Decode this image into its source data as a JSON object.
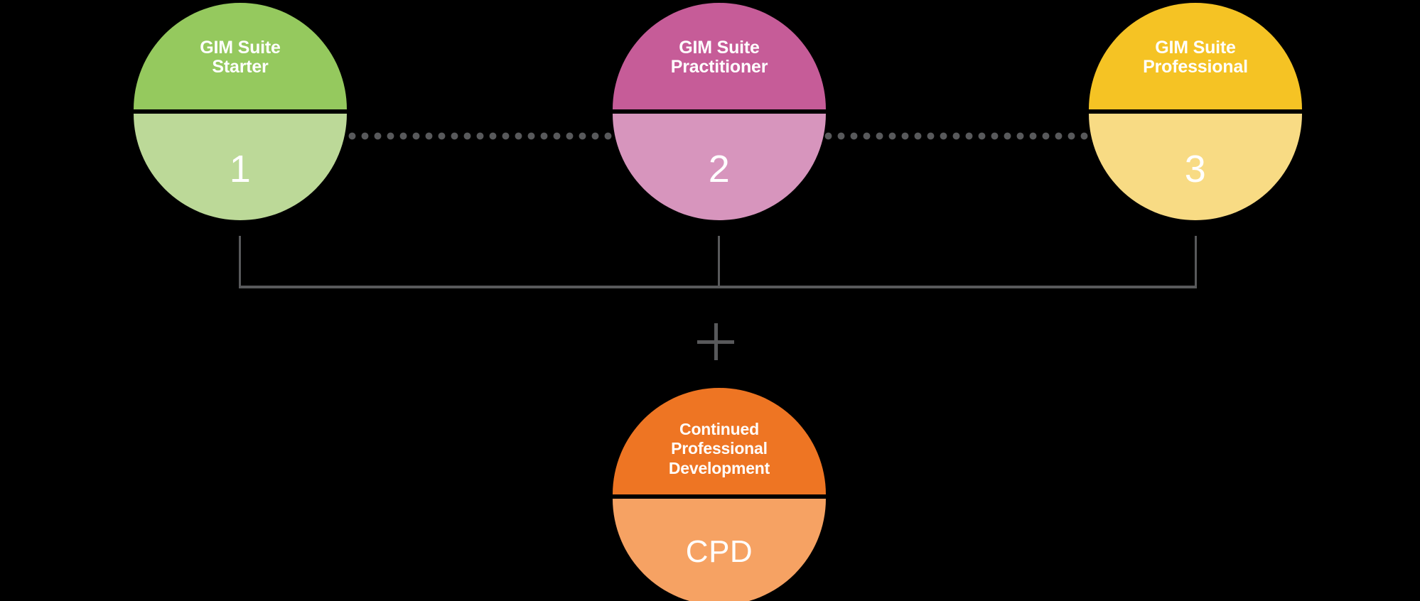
{
  "diagram": {
    "background_color": "#000000",
    "connector_color": "#58595B",
    "plus_symbol": "+",
    "nodes": [
      {
        "id": "starter",
        "title": "GIM Suite\nStarter",
        "value": "1",
        "top_color": "#95C95E",
        "bottom_color": "#BCD998"
      },
      {
        "id": "practitioner",
        "title": "GIM Suite\nPractitioner",
        "value": "2",
        "top_color": "#C65C98",
        "bottom_color": "#D795BD"
      },
      {
        "id": "professional",
        "title": "GIM Suite\nProfessional",
        "value": "3",
        "top_color": "#F5C324",
        "bottom_color": "#F8DB84"
      },
      {
        "id": "cpd",
        "title": "Continued\nProfessional\nDevelopment",
        "value": "CPD",
        "top_color": "#EE7523",
        "bottom_color": "#F6A263"
      }
    ]
  }
}
